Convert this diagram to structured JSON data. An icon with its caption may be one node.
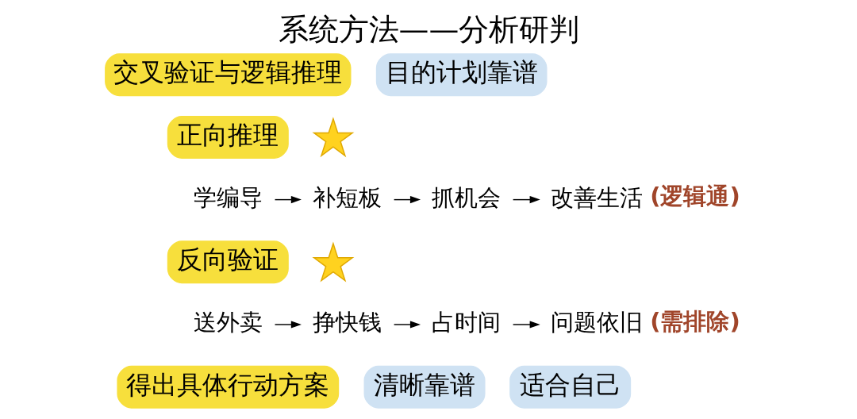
{
  "diagram": {
    "title": "系统方法——分析研判",
    "nodes": [
      {
        "text": [],
        "shape": "star"
      },
      {
        "text": [
          "学编导"
        ]
      },
      {
        "text": [
          "补短板"
        ]
      },
      {
        "text": [
          "抓机会"
        ]
      },
      {
        "text": [
          "改善生活"
        ],
        "beside": [
          "(逻辑通)"
        ]
      },
      {
        "text": [],
        "shape": "star"
      },
      {
        "text": [
          "送外卖"
        ]
      },
      {
        "text": [
          "挣快钱"
        ]
      },
      {
        "text": [
          "占时间"
        ]
      },
      {
        "text": [
          "问题依旧"
        ],
        "beside": [
          "(需排除)"
        ]
      }
    ],
    "edges": [
      {
        "from": 1,
        "to": 2,
        "arrow": "to"
      },
      {
        "from": 2,
        "to": 3,
        "arrow": "to"
      },
      {
        "from": 3,
        "to": 4,
        "arrow": "to"
      },
      {
        "from": 6,
        "to": 7,
        "arrow": "to"
      },
      {
        "from": 7,
        "to": 8,
        "arrow": "to"
      },
      {
        "from": 8,
        "to": 9,
        "arrow": "to"
      }
    ],
    "labels": [
      "交叉验证与逻辑推理",
      "目的计划靠谱",
      "正向推理",
      "反向验证",
      "得出具体行动方案",
      "清晰靠谱",
      "适合自己"
    ]
  }
}
